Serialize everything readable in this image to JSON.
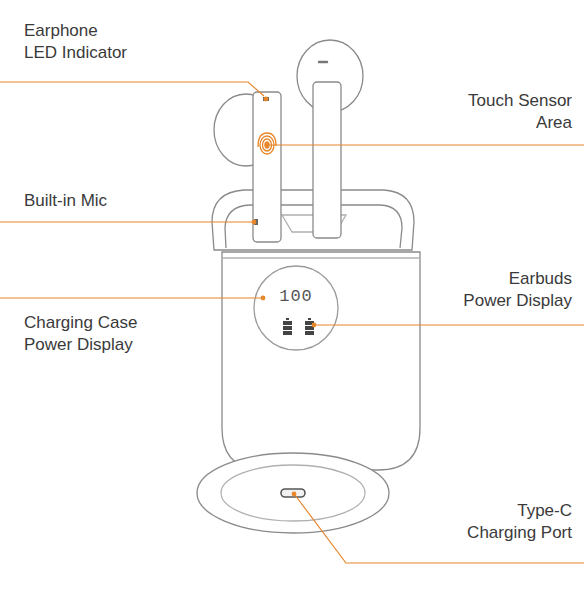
{
  "diagram": {
    "labels": [
      "Earphone LED Indicator",
      "Touch Sensor Area",
      "Built-in Mic",
      "Earbuds Power Display",
      "Charging Case Power Display",
      "100",
      "Type-C Charging Port"
    ]
  }
}
